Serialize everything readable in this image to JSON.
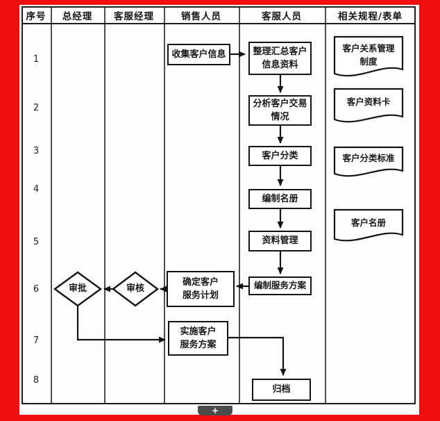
{
  "frame": {
    "accent_color": "#f10e0e"
  },
  "header": {
    "columns": [
      "序号",
      "总经理",
      "客服经理",
      "销售人员",
      "客服人员",
      "相关规程/表单"
    ]
  },
  "row_numbers": [
    "1",
    "2",
    "3",
    "4",
    "5",
    "6",
    "7",
    "8"
  ],
  "flow": {
    "collect": "收集客户信息",
    "summarize": "整理汇总客户\n信息资料",
    "analyze": "分析客户交易\n情况",
    "classify": "客户分类",
    "roster": "编制名册",
    "data_mgmt": "资料管理",
    "plan": "编制服务方案",
    "confirm": "确定客户\n服务计划",
    "review": "审核",
    "approve": "审批",
    "implement": "实施客户\n服务方案",
    "archive": "归档"
  },
  "documents": {
    "doc1": "客户关系管理\n制度",
    "doc2": "客户资料卡",
    "doc3": "客户分类标准",
    "doc4": "客户名册"
  },
  "footer": {
    "expand_button": "+"
  }
}
